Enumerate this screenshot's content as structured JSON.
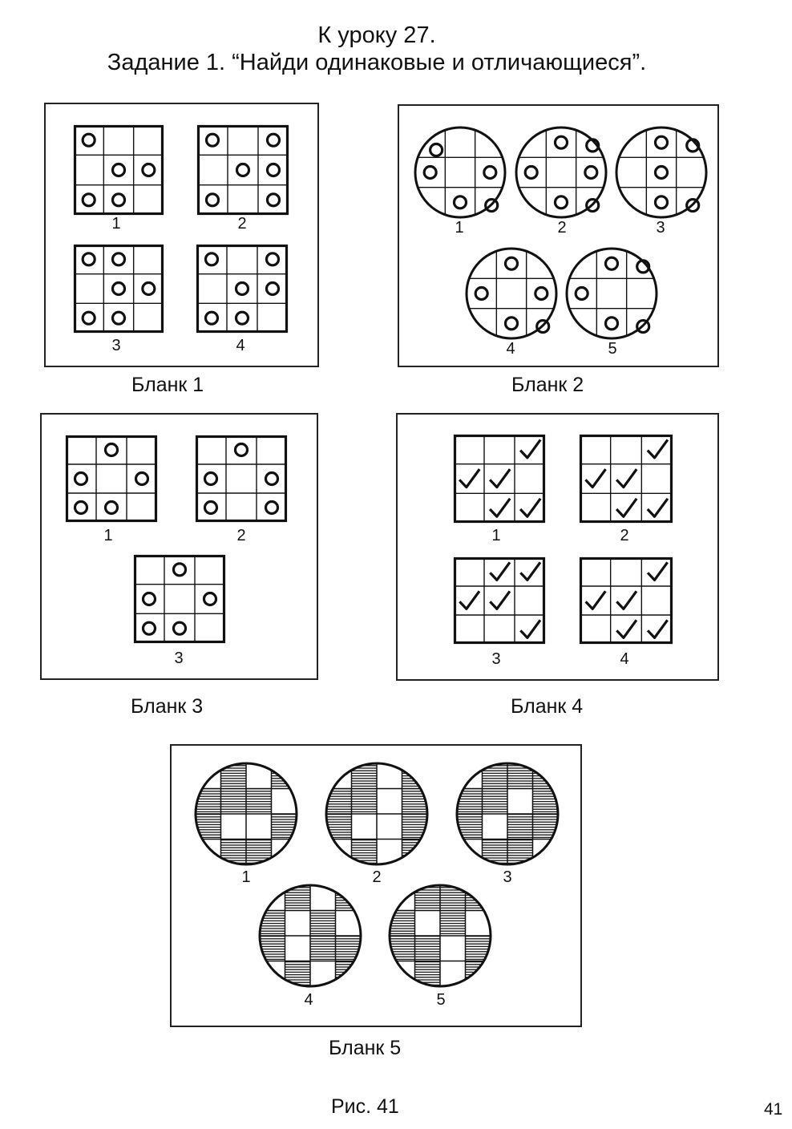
{
  "header": {
    "lesson": "К уроку 27.",
    "task": "Задание 1. “Найди одинаковые и отличающиеся”."
  },
  "blanks": [
    {
      "label": "Бланк 1",
      "items": [
        "1",
        "2",
        "3",
        "4"
      ]
    },
    {
      "label": "Бланк 2",
      "items": [
        "1",
        "2",
        "3",
        "4",
        "5"
      ]
    },
    {
      "label": "Бланк 3",
      "items": [
        "1",
        "2",
        "3"
      ]
    },
    {
      "label": "Бланк 4",
      "items": [
        "1",
        "2",
        "3",
        "4"
      ]
    },
    {
      "label": "Бланк 5",
      "items": [
        "1",
        "2",
        "3",
        "4",
        "5"
      ]
    }
  ],
  "footer": {
    "figure": "Рис. 41",
    "page_number": "41"
  },
  "icons": {
    "circle_mark": "circle-icon",
    "check_mark": "check-icon",
    "hatched_cell": "hatch-pattern"
  }
}
